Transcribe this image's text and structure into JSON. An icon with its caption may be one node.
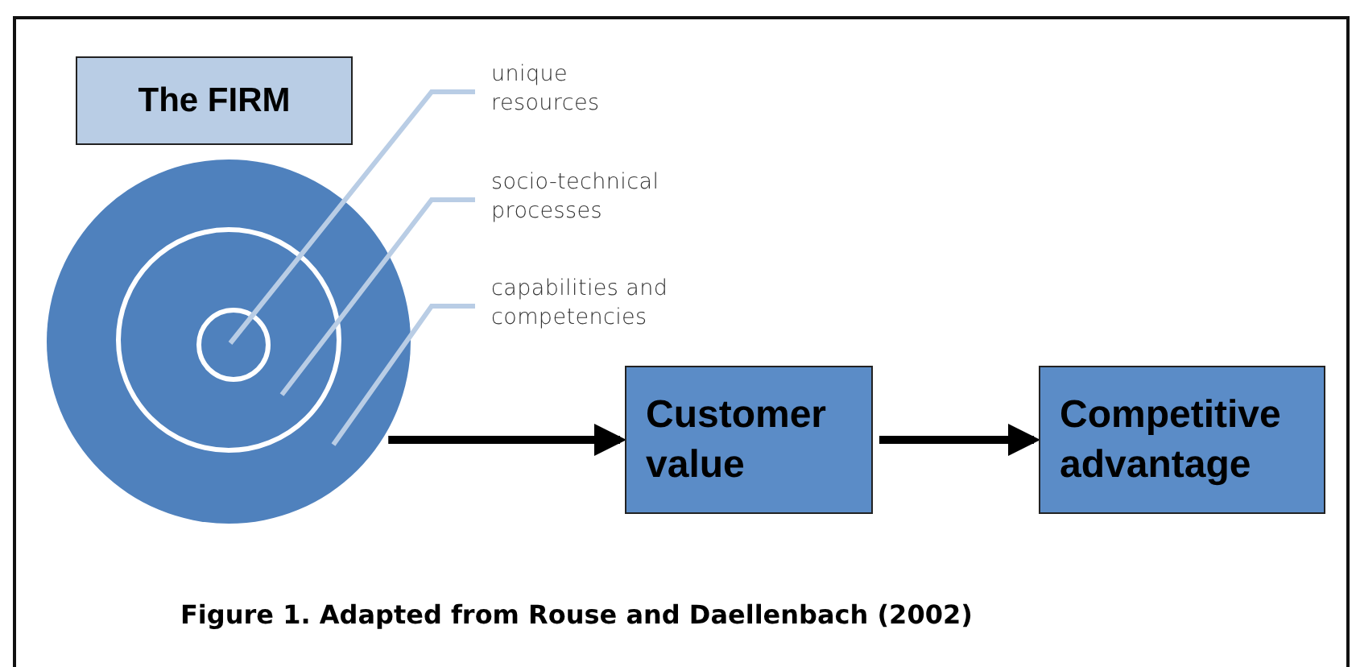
{
  "diagram": {
    "caption": "Figure 1. Adapted from Rouse and Daellenbach (2002)",
    "nodes": [
      {
        "text": [
          "The FIRM"
        ]
      },
      {
        "text": [],
        "shape": "circle"
      },
      {
        "text": [],
        "shape": "circle",
        "in": 1
      },
      {
        "text": [],
        "shape": "circle",
        "in": 2
      },
      {
        "text": [
          "unique resources"
        ]
      },
      {
        "text": [
          "socio-technical processes"
        ]
      },
      {
        "text": [
          "capabilities and competencies"
        ]
      },
      {
        "text": [
          "Customer value"
        ]
      },
      {
        "text": [
          "Competitive advantage"
        ]
      }
    ],
    "edges": [
      {
        "from": 4,
        "to": 3,
        "arrow": "none"
      },
      {
        "from": 5,
        "to": 2,
        "arrow": "none"
      },
      {
        "from": 6,
        "to": 1,
        "arrow": "none"
      },
      {
        "from": 1,
        "to": 7,
        "arrow": "to",
        "color": "#000000"
      },
      {
        "from": 7,
        "to": 8,
        "arrow": "to",
        "color": "#000000"
      }
    ]
  }
}
